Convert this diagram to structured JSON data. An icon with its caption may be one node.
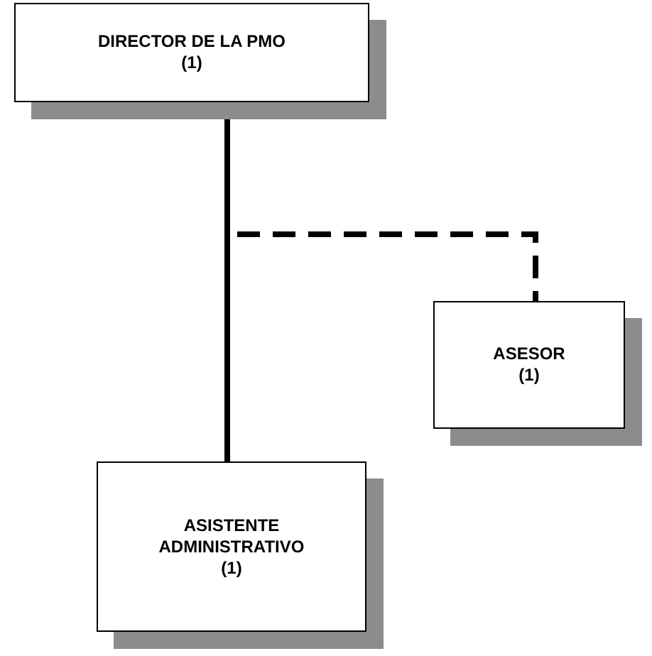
{
  "diagram": {
    "nodes": [
      {
        "text": [
          "DIRECTOR DE LA PMO",
          "(1)"
        ]
      },
      {
        "text": [
          "ASESOR",
          "(1)"
        ]
      },
      {
        "text": [
          "ASISTENTE ADMINISTRATIVO",
          "(1)"
        ]
      }
    ],
    "edges": [
      {
        "from": 0,
        "to": 2,
        "arrow": "none"
      },
      {
        "from": 0,
        "to": 1,
        "arrow": "none",
        "style": "dashed"
      }
    ]
  }
}
